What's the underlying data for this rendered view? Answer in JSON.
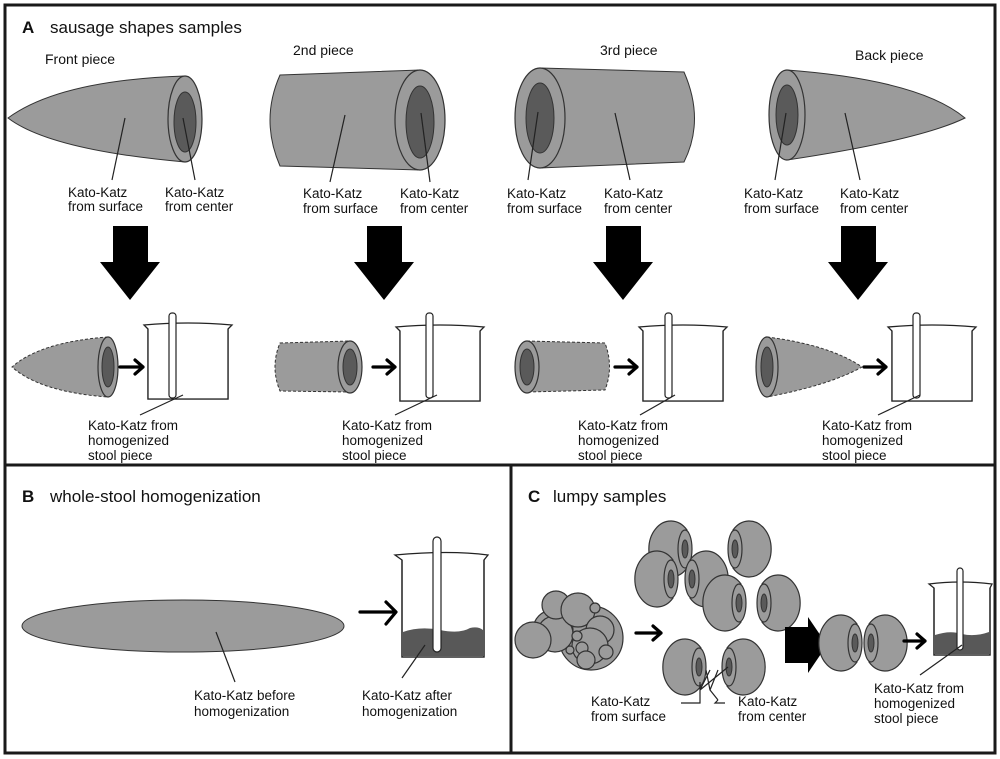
{
  "panels": {
    "a": {
      "letter": "A",
      "title": "sausage shapes samples",
      "pieces": [
        {
          "name": "Front piece",
          "surface_label_1": "Kato-Katz",
          "surface_label_2": "from surface",
          "center_label_1": "Kato-Katz",
          "center_label_2": "from center",
          "homog_label_1": "Kato-Katz from",
          "homog_label_2": "homogenized",
          "homog_label_3": "stool piece"
        },
        {
          "name": "2nd piece",
          "surface_label_1": "Kato-Katz",
          "surface_label_2": "from surface",
          "center_label_1": "Kato-Katz",
          "center_label_2": "from center",
          "homog_label_1": "Kato-Katz from",
          "homog_label_2": "homogenized",
          "homog_label_3": "stool piece"
        },
        {
          "name": "3rd piece",
          "surface_label_1": "Kato-Katz",
          "surface_label_2": "from surface",
          "center_label_1": "Kato-Katz",
          "center_label_2": "from center",
          "homog_label_1": "Kato-Katz from",
          "homog_label_2": "homogenized",
          "homog_label_3": "stool piece"
        },
        {
          "name": "Back piece",
          "surface_label_1": "Kato-Katz",
          "surface_label_2": "from surface",
          "center_label_1": "Kato-Katz",
          "center_label_2": "from center",
          "homog_label_1": "Kato-Katz from",
          "homog_label_2": "homogenized",
          "homog_label_3": "stool piece"
        }
      ]
    },
    "b": {
      "letter": "B",
      "title": "whole-stool homogenization",
      "before_label_1": "Kato-Katz before",
      "before_label_2": "homogenization",
      "after_label_1": "Kato-Katz after",
      "after_label_2": "homogenization"
    },
    "c": {
      "letter": "C",
      "title": "lumpy samples",
      "surface_label_1": "Kato-Katz",
      "surface_label_2": "from surface",
      "center_label_1": "Kato-Katz",
      "center_label_2": "from center",
      "homog_label_1": "Kato-Katz from",
      "homog_label_2": "homogenized",
      "homog_label_3": "stool piece"
    }
  },
  "colors": {
    "sample_fill": "#9b9b9b",
    "center_fill": "#5a5a5a",
    "stool_fill": "#585858",
    "frame": "#1a1a1a"
  }
}
